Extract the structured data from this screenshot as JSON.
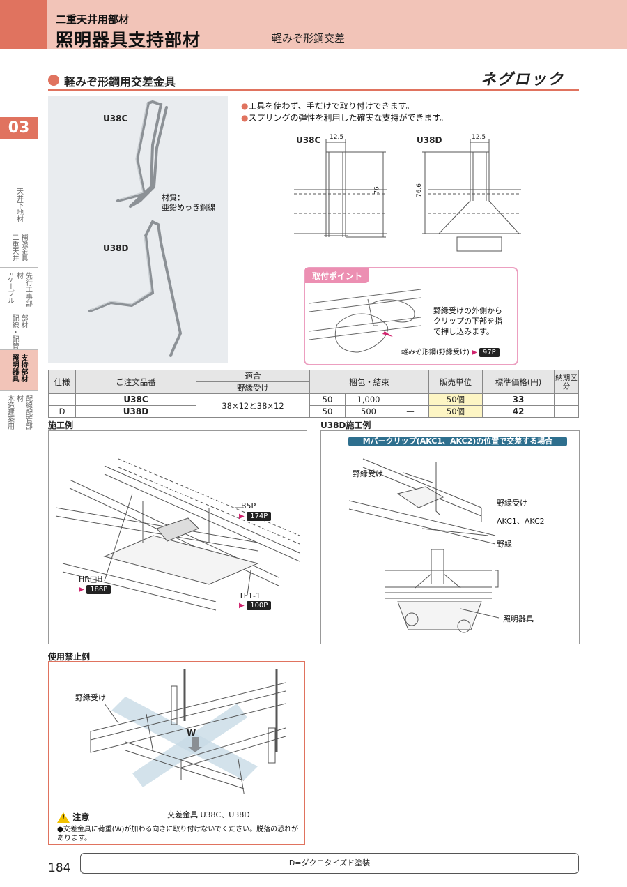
{
  "header": {
    "subcategory": "二重天井用部材",
    "title": "照明器具支持部材",
    "category": "軽みぞ形鋼交差"
  },
  "section": {
    "title": "軽みぞ形鋼用交差金具",
    "brand": "ネグロック"
  },
  "sidebar": {
    "number": "03",
    "tabs": [
      {
        "lines": [
          "天井下地材"
        ]
      },
      {
        "lines": [
          "二重天井",
          "補強金具"
        ]
      },
      {
        "lines": [
          "Fケーブル",
          "先行工事部材"
        ]
      },
      {
        "lines": [
          "配線・配管",
          "部材"
        ]
      },
      {
        "lines": [
          "照明器具",
          "支持部材"
        ],
        "active": true
      },
      {
        "lines": [
          "木造建築用",
          "配線配管部材"
        ]
      }
    ]
  },
  "photo": {
    "label_top": "U38C",
    "label_bottom": "U38D",
    "material_label": "材質：",
    "material_value": "亜鉛めっき鋼線"
  },
  "features": [
    "工具を使わず、手だけで取り付けできます。",
    "スプリングの弾性を利用した確実な支持ができます。"
  ],
  "dimensions": {
    "u38c": {
      "label": "U38C",
      "width": "12.5",
      "height": "76"
    },
    "u38d": {
      "label": "U38D",
      "width": "12.5",
      "height": "76.6"
    }
  },
  "point": {
    "title": "取付ポイント",
    "text": [
      "野縁受けの外側から",
      "クリップの下部を指",
      "で押し込みます。"
    ],
    "ref_label": "軽みぞ形鋼(野縁受け)",
    "ref_page": "97P"
  },
  "table": {
    "headers": {
      "spec": "仕様",
      "order_no": "ご注文品番",
      "fit": "適合",
      "fit_sub": "野縁受け",
      "packing": "梱包・結束",
      "unit": "販売単位",
      "price": "標準価格(円)",
      "delivery": "納期区分"
    },
    "shared_fit": "38×12と38×12",
    "rows": [
      {
        "spec": "",
        "order_no": "U38C",
        "pack1": "50",
        "pack2": "1,000",
        "pack3": "—",
        "unit": "50個",
        "price": "33",
        "delivery": ""
      },
      {
        "spec": "D",
        "order_no": "U38D",
        "pack1": "50",
        "pack2": "500",
        "pack3": "—",
        "unit": "50個",
        "price": "42",
        "delivery": ""
      }
    ]
  },
  "example": {
    "title": "施工例",
    "b5p": "B5P",
    "b5p_page": "174P",
    "hr": "HR□H",
    "hr_page": "186P",
    "tf": "TF1-1",
    "tf_page": "100P"
  },
  "u38d_example": {
    "title": "U38D施工例",
    "banner": "Mバークリップ(AKC1、AKC2)の位置で交差する場合",
    "label_nobuchi_uke_1": "野縁受け",
    "label_nobuchi_uke_2": "野縁受け",
    "label_akc": "AKC1、AKC2",
    "label_nobuchi": "野縁",
    "label_fixture": "照明器具"
  },
  "prohibited": {
    "title": "使用禁止例",
    "label_nobuchi_uke": "野縁受け",
    "label_w": "W",
    "label_fitting": "交差金具 U38C、U38D",
    "caution_title": "注意",
    "caution_text": "交差金具に荷重(W)が加わる向きに取り付けないでください。脱落の恐れがあります。"
  },
  "footer": {
    "page": "184",
    "note": "D=ダクロタイズド塗装"
  },
  "colors": {
    "accent": "#e0735f",
    "header_bg": "#f2c4b8",
    "point_border": "#ec9fc0",
    "ref_arrow": "#d0246e"
  }
}
